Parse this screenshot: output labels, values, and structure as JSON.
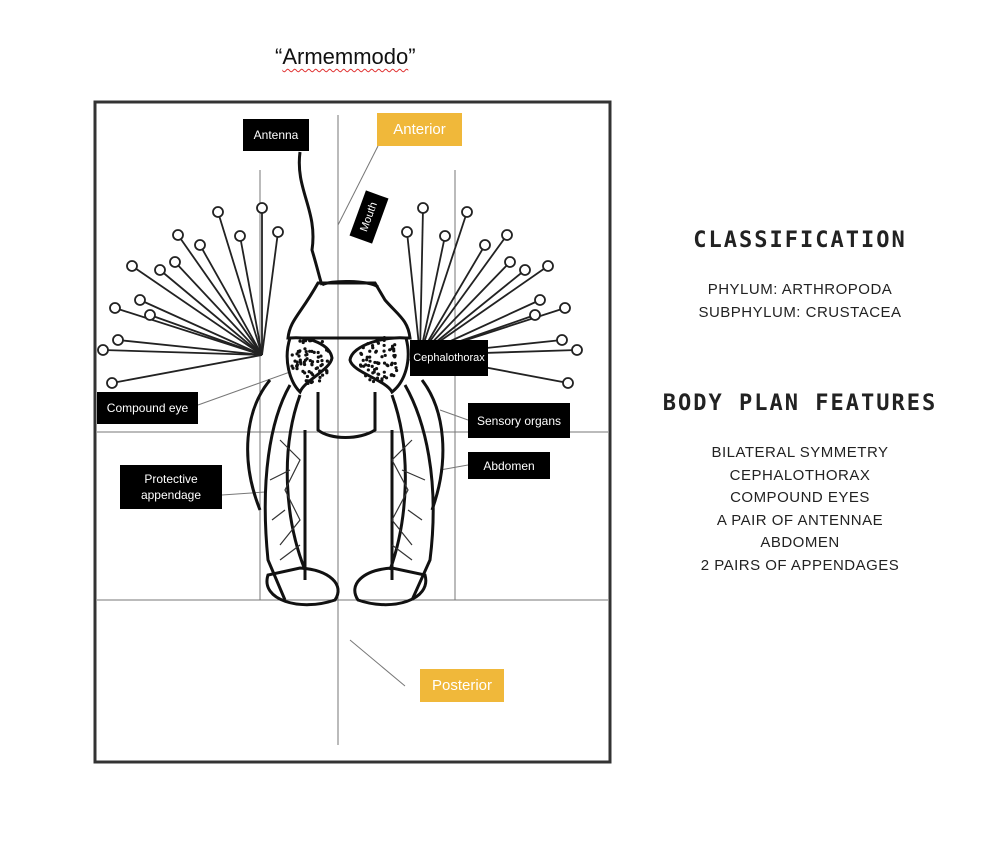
{
  "title": {
    "open_quote": "“",
    "name": "Armemmodo",
    "close_quote": "”"
  },
  "orientation": {
    "anterior": "Anterior",
    "posterior": "Posterior"
  },
  "labels": {
    "antenna": "Antenna",
    "mouth": "Mouth",
    "cephalothorax": "Cephalothorax",
    "compound_eye": "Compound eye",
    "sensory_organs": "Sensory organs",
    "abdomen": "Abdomen",
    "protective_appendage": "Protective appendage"
  },
  "classification": {
    "heading": "CLASSIFICATION",
    "items": [
      "PHYLUM: ARTHROPODA",
      "SUBPHYLUM: CRUSTACEA"
    ]
  },
  "body_plan": {
    "heading": "BODY PLAN FEATURES",
    "items": [
      "BILATERAL SYMMETRY",
      "CEPHALOTHORAX",
      "COMPOUND EYES",
      "A PAIR OF ANTENNAE",
      "ABDOMEN",
      "2 PAIRS OF APPENDAGES"
    ]
  },
  "colors": {
    "tag": "#f0b83a",
    "label_bg": "#000000"
  }
}
